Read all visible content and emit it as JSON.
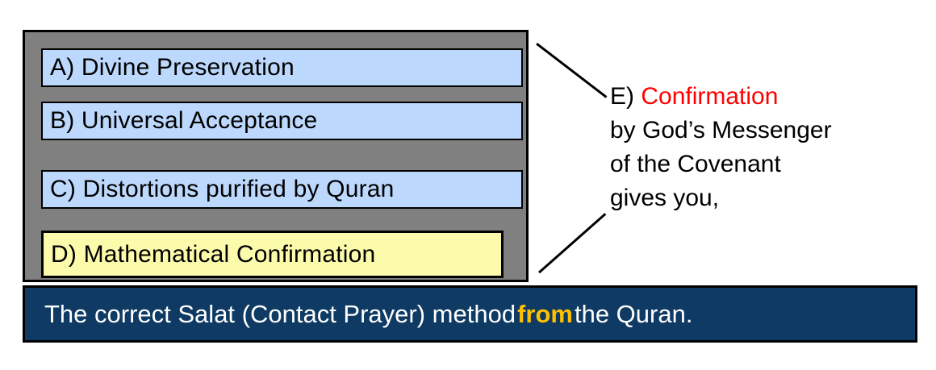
{
  "panel": {
    "items": [
      {
        "id": "a",
        "label": "A) Divine Preservation",
        "fill": "#bcd8fc"
      },
      {
        "id": "b",
        "label": "B) Universal Acceptance",
        "fill": "#bcd8fc"
      },
      {
        "id": "c",
        "label": "C) Distortions purified by Quran",
        "fill": "#bcd8fc"
      },
      {
        "id": "d",
        "label": "D) Mathematical Confirmation",
        "fill": "#fbfbab"
      }
    ],
    "frame_color": "#808080"
  },
  "callout": {
    "line1_prefix": "E) ",
    "line1_highlight": "Confirmation",
    "line2": "by God’s Messenger",
    "line3": "of the Covenant",
    "line4": "gives you,",
    "highlight_color": "#ff0000"
  },
  "banner": {
    "text_before": "The correct Salat (Contact Prayer) method ",
    "emphasis": "from",
    "text_after": " the Quran.",
    "background_color": "#0e3a63",
    "emphasis_color": "#ffc000"
  }
}
